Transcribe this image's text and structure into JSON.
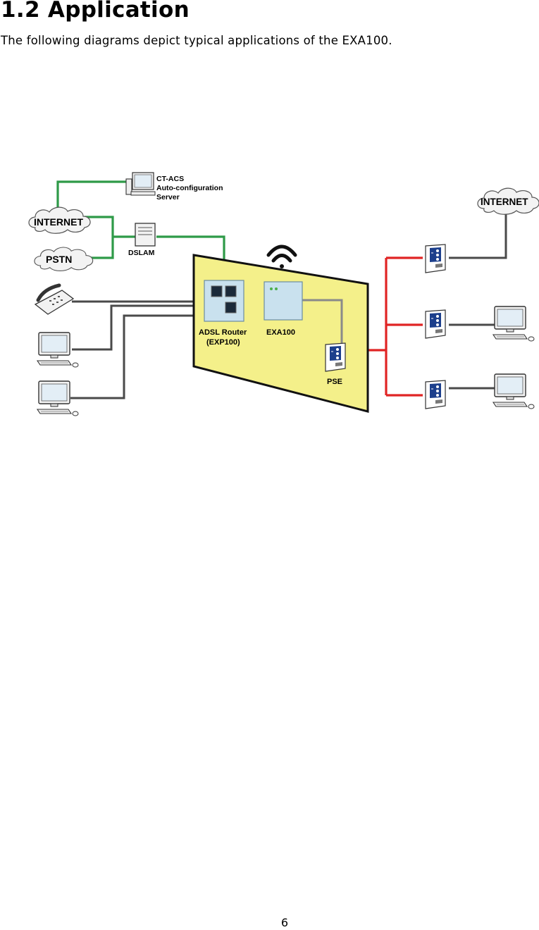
{
  "section": {
    "heading": "1.2 Application",
    "intro": "The following diagrams depict typical applications of the EXA100."
  },
  "diagram": {
    "labels": {
      "ct_acs": [
        "CT-ACS",
        "Auto-configuration",
        "Server"
      ],
      "internet_left": "INTERNET",
      "pstn": "PSTN",
      "dslam": "DSLAM",
      "adsl_router": [
        "ADSL Router",
        "(EXP100)"
      ],
      "exa100": "EXA100",
      "pse": "PSE",
      "internet_right": "INTERNET"
    },
    "colors": {
      "wan_link": "#2e9a48",
      "poe_link": "#e02424",
      "lan_link": "#4a4a4a",
      "wall_panel": "#f4f08a",
      "device_plate": "#c9e1ee",
      "pse_unit": "#1c3f8c"
    },
    "icons": [
      "computer-icon",
      "server-icon",
      "cloud-icon",
      "telephone-icon",
      "wifi-icon",
      "router-icon",
      "access-point-icon",
      "pse-icon",
      "ap-unit-icon"
    ]
  },
  "footer": {
    "page_number": "6"
  }
}
